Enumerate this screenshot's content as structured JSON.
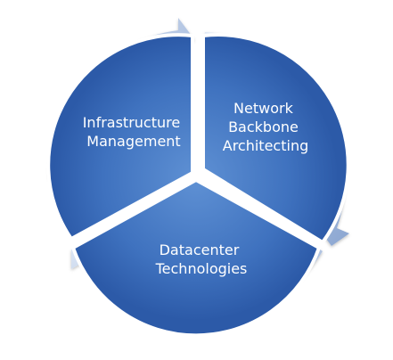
{
  "diagram": {
    "segments": [
      {
        "lines": [
          "Network",
          "Backbone",
          "Architecting"
        ]
      },
      {
        "lines": [
          "Datacenter",
          "Technologies"
        ]
      },
      {
        "lines": [
          "Infrastructure",
          "Management"
        ]
      }
    ],
    "colors": {
      "segment_light": "#5f91d4",
      "segment_dark": "#2c5aa8",
      "arrow_light": "#cfdcf0",
      "arrow_dark": "#8ba6d1",
      "label_text": "#ffffff"
    }
  }
}
